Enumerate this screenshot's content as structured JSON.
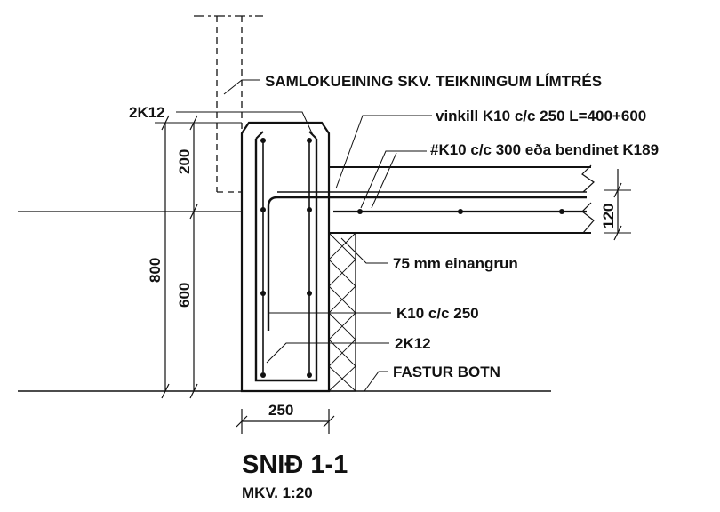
{
  "labels": {
    "samlokueining": "SAMLOKUEINING SKV. TEIKNINGUM LÍMTRÉS",
    "vinkill": "vinkill K10 c/c 250 L=400+600",
    "net": "#K10 c/c 300 eða bendinet K189",
    "top_bars": "2K12",
    "einangrun": "75 mm einangrun",
    "k10": "K10 c/c 250",
    "bottom_bars": "2K12",
    "fastur_botn": "FASTUR BOTN"
  },
  "dimensions": {
    "d200": "200",
    "d800": "800",
    "d600": "600",
    "d120": "120",
    "d250": "250"
  },
  "title": {
    "section": "SNIÐ 1-1",
    "scale": "MKV. 1:20"
  }
}
